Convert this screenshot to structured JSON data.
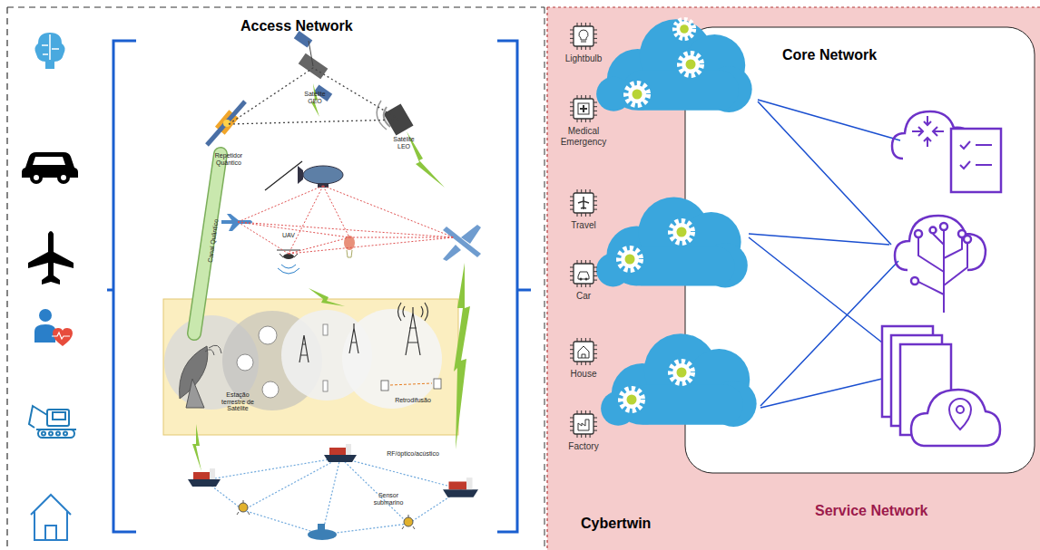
{
  "diagram": {
    "nodes": [
      {
        "text": [
          "Access Network"
        ]
      },
      {
        "text": [
          "Cybertwin",
          "Service Network"
        ]
      },
      {
        "text": [
          "Core Network"
        ],
        "in": 1
      },
      {
        "text": [
          "Lightbulb"
        ],
        "in": 1
      },
      {
        "text": [
          "Medical Emergency"
        ],
        "in": 1
      },
      {
        "text": [
          "Travel"
        ],
        "in": 1
      },
      {
        "text": [
          "Car"
        ],
        "in": 1
      },
      {
        "text": [
          "House"
        ],
        "in": 1
      },
      {
        "text": [
          "Factory"
        ],
        "in": 1
      }
    ],
    "labels": [
      "Satélite GEO",
      "Repetidor Quântico",
      "Satélite LEO",
      "Canal Quântico",
      "UAV",
      "Estação terrestre de Satélite",
      "Retrodifusão",
      "RF/óptico/acústico",
      "Sensor submarino"
    ]
  }
}
